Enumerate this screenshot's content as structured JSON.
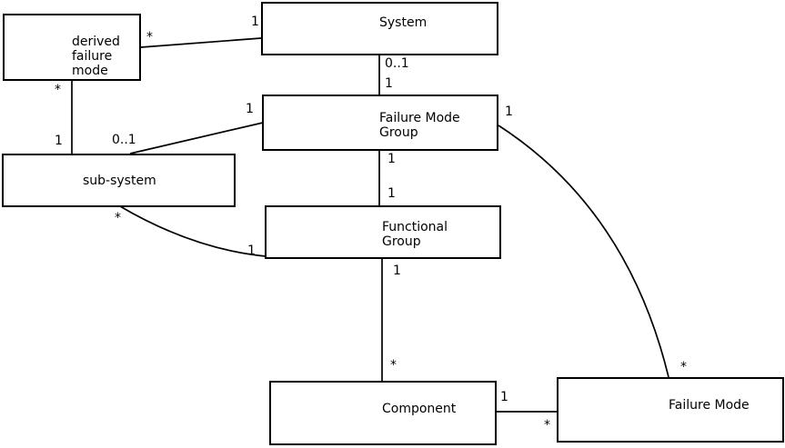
{
  "diagram": {
    "colors": {
      "background": "#ffffff",
      "box_border": "#000000",
      "text": "#000000",
      "line": "#000000"
    },
    "entities": [
      {
        "id": "derived-failure-mode",
        "lines": [
          "derived",
          "failure",
          "mode"
        ]
      },
      {
        "id": "system",
        "lines": [
          "System"
        ]
      },
      {
        "id": "failure-mode-group",
        "lines": [
          "Failure Mode",
          "Group"
        ]
      },
      {
        "id": "sub-system",
        "lines": [
          "sub-system"
        ]
      },
      {
        "id": "functional-group",
        "lines": [
          "Functional",
          "Group"
        ]
      },
      {
        "id": "component",
        "lines": [
          "Component"
        ]
      },
      {
        "id": "failure-mode",
        "lines": [
          "Failure Mode"
        ]
      }
    ],
    "connections": [
      {
        "from": "derived-failure-mode",
        "to": "system",
        "from_label": "*",
        "to_label": "1"
      },
      {
        "from": "system",
        "to": "failure-mode-group",
        "from_label": "0..1",
        "to_label": "1"
      },
      {
        "from": "failure-mode-group",
        "to": "sub-system",
        "from_label": "1",
        "to_label": "0..1"
      },
      {
        "from": "derived-failure-mode",
        "to": "sub-system",
        "from_label": "*",
        "to_label": "1"
      },
      {
        "from": "failure-mode-group",
        "to": "functional-group",
        "from_label": "1",
        "to_label": "1"
      },
      {
        "from": "failure-mode-group",
        "to": "failure-mode",
        "from_label": "1",
        "to_label": "*"
      },
      {
        "from": "sub-system",
        "to": "functional-group",
        "from_label": "*",
        "to_label": "1"
      },
      {
        "from": "functional-group",
        "to": "component",
        "from_label": "1",
        "to_label": "*"
      },
      {
        "from": "component",
        "to": "failure-mode",
        "from_label": "1",
        "to_label": "*"
      }
    ]
  }
}
